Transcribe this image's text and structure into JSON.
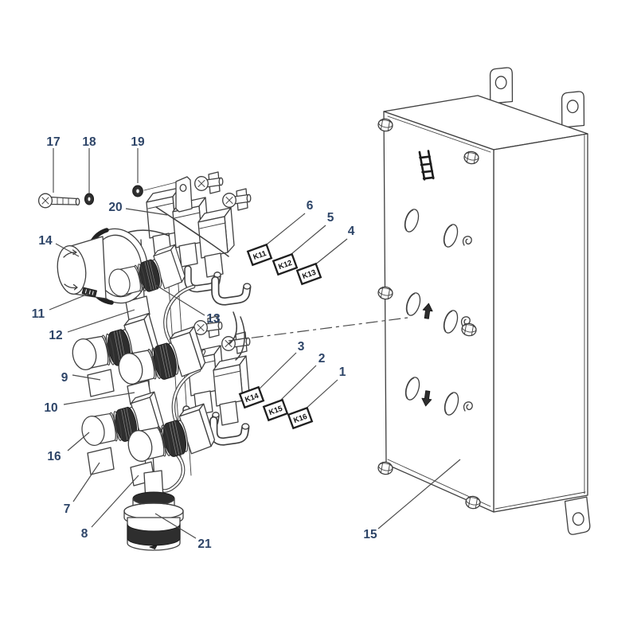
{
  "page": {
    "background_color": "#ffffff"
  },
  "figure": {
    "callouts": {
      "c1": "1",
      "c2": "2",
      "c3": "3",
      "c4": "4",
      "c5": "5",
      "c6": "6",
      "c7": "7",
      "c8": "8",
      "c9": "9",
      "c10": "10",
      "c11": "11",
      "c12": "12",
      "c13": "13",
      "c14": "14",
      "c15": "15",
      "c16": "16",
      "c17": "17",
      "c18": "18",
      "c19": "19",
      "c20": "20",
      "c21": "21"
    },
    "relay_tags": {
      "k11": "K11",
      "k12": "K12",
      "k13": "K13",
      "k14": "K14",
      "k15": "K15",
      "k16": "K16"
    },
    "colors": {
      "line": "#3f3f3f",
      "callout_text": "#2e4568",
      "tag_border": "#1f1f1f",
      "dark_fill": "#2e2e2e"
    },
    "icons": [
      "ladder-icon",
      "up-arrow-icon",
      "down-arrow-icon",
      "hook-icon",
      "phillips-screw-icon"
    ]
  }
}
